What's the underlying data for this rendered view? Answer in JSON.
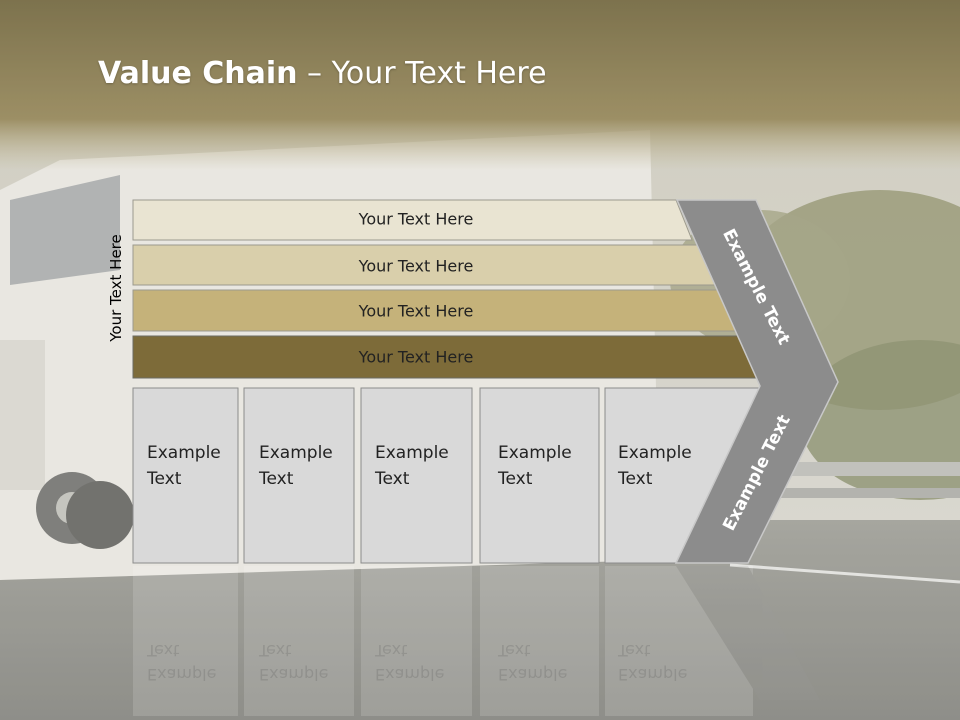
{
  "title": {
    "bold": "Value Chain",
    "rest": " – Your Text Here"
  },
  "side_label": "Your Text Here",
  "bars": [
    {
      "label": "Your Text Here",
      "color": "#e9e4d2"
    },
    {
      "label": "Your Text Here",
      "color": "#d9cfab"
    },
    {
      "label": "Your Text Here",
      "color": "#c5b27a"
    },
    {
      "label": "Your Text Here",
      "color": "#7d6b39"
    }
  ],
  "cells": [
    {
      "line1": "Example",
      "line2": "Text"
    },
    {
      "line1": "Example",
      "line2": "Text"
    },
    {
      "line1": "Example",
      "line2": "Text"
    },
    {
      "line1": "Example",
      "line2": "Text"
    },
    {
      "line1": "Example",
      "line2": "Text"
    }
  ],
  "chevron_upper": "Example Text",
  "chevron_lower": "Example Text",
  "colors": {
    "header": "#7a6d3e",
    "cell": "#d9d9d9",
    "chevron": "#8c8c8c",
    "bus": "#e8e6e0"
  }
}
